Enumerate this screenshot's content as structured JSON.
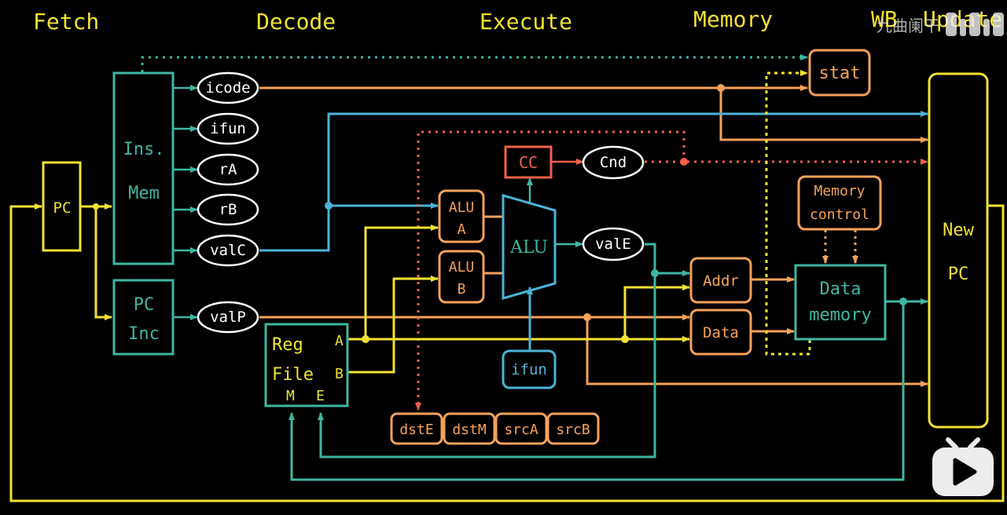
{
  "stages": {
    "fetch": "Fetch",
    "decode": "Decode",
    "execute": "Execute",
    "memory": "Memory",
    "wb": "WB",
    "update": "Update"
  },
  "blocks": {
    "pc": "PC",
    "ins_mem": [
      "Ins.",
      "Mem"
    ],
    "pc_inc": [
      "PC",
      "Inc"
    ],
    "reg_file": [
      "Reg",
      "File"
    ],
    "reg_port_a": "A",
    "reg_port_b": "B",
    "reg_port_m": "M",
    "reg_port_e": "E",
    "alu_a": [
      "ALU",
      "A"
    ],
    "alu_b": [
      "ALU",
      "B"
    ],
    "alu": "ALU",
    "cc": "CC",
    "stat": "stat",
    "memory_control": [
      "Memory",
      "control"
    ],
    "data_memory": [
      "Data",
      "memory"
    ],
    "addr": "Addr",
    "data": "Data",
    "new_pc": [
      "New",
      "PC"
    ],
    "ifun_exec": "ifun",
    "dst_e": "dstE",
    "dst_m": "dstM",
    "src_a": "srcA",
    "src_b": "srcB"
  },
  "signals": {
    "icode": "icode",
    "ifun": "ifun",
    "ra": "rA",
    "rb": "rB",
    "valc": "valC",
    "valp": "valP",
    "vale": "valE",
    "cnd": "Cnd"
  },
  "watermark": "九曲阑干",
  "colors": {
    "teal": "#3fb6a2",
    "yellow": "#f2e233",
    "orange": "#f5a25a",
    "blue": "#4db3d8",
    "red": "#f0604a",
    "white": "#ffffff"
  }
}
